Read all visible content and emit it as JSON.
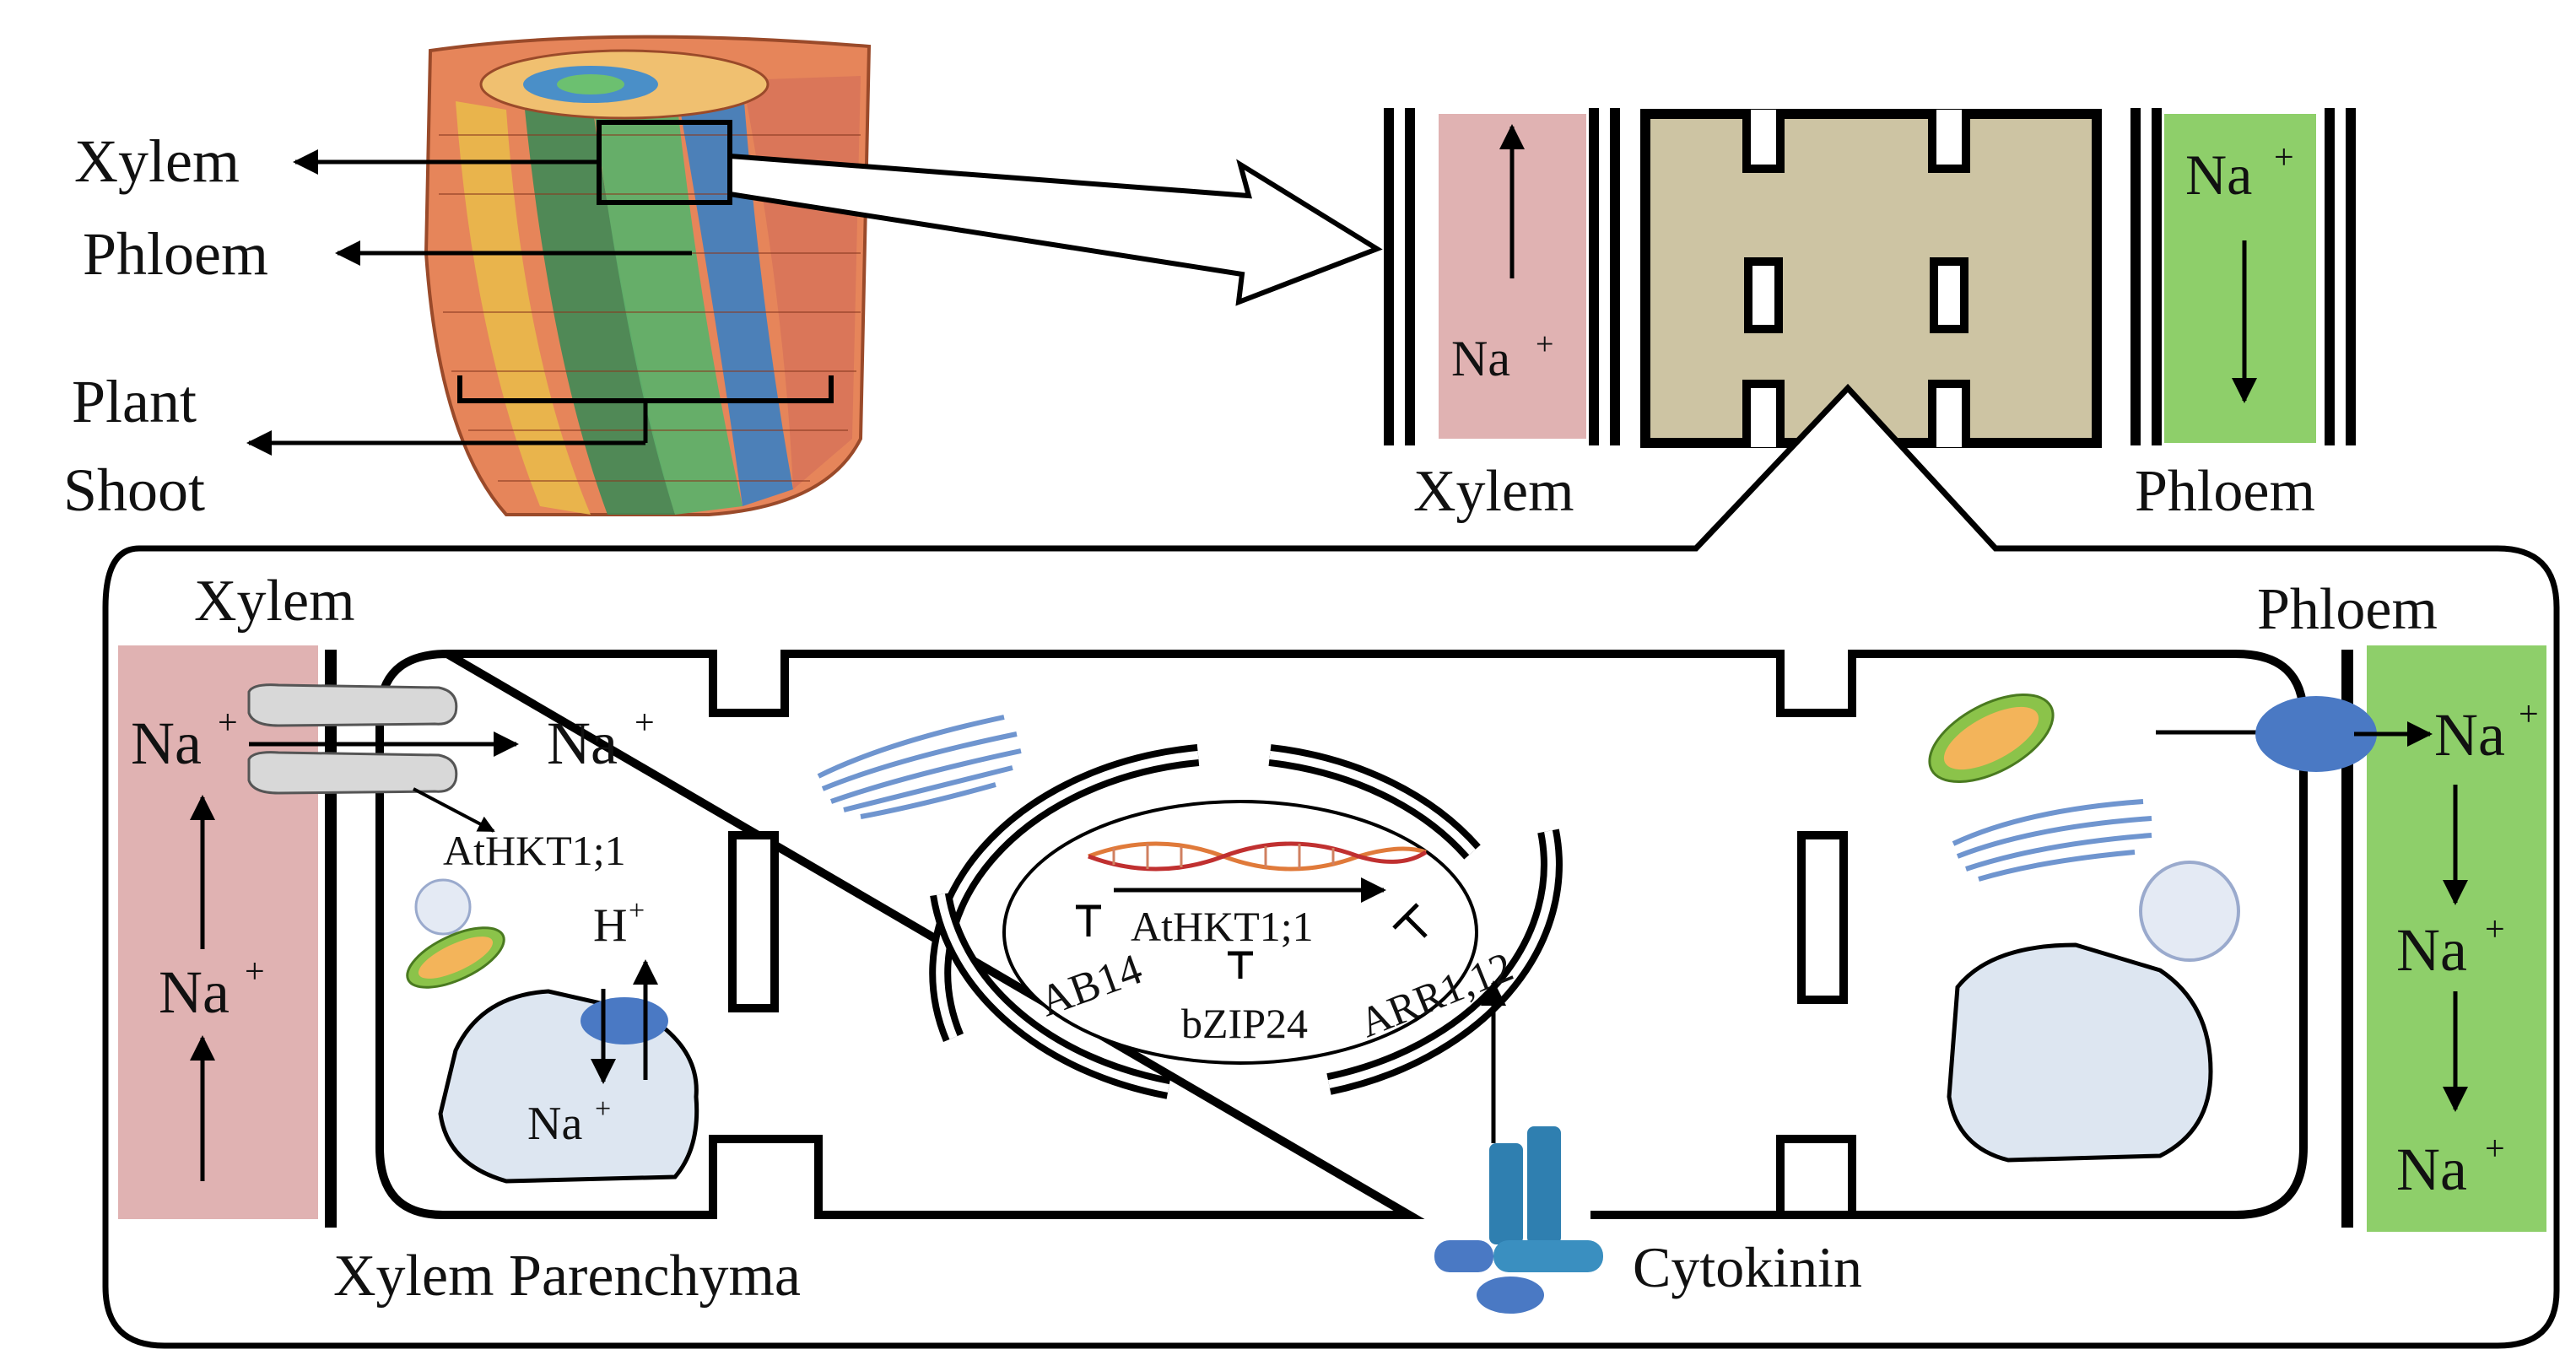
{
  "labels": {
    "root_xylem": "Xylem",
    "root_phloem": "Phloem",
    "plant": "Plant",
    "shoot": "Shoot",
    "vessel_xylem": "Xylem",
    "vessel_phloem": "Phloem",
    "vessel_na_left": "Na",
    "vessel_na_right": "Na",
    "cell_xylem": "Xylem",
    "cell_phloem": "Phloem",
    "na_xylem_1": "Na",
    "na_xylem_2": "Na",
    "na_transport": "Na",
    "athkt1_channel": "AtHKT1;1",
    "h_ion": "H",
    "na_vacuole": "Na",
    "athkt1_gene": "AtHKT1;1",
    "ab14": "AB14",
    "bzip24": "bZIP24",
    "arr": "ARR1,12",
    "na_phloem_1": "Na",
    "na_phloem_2": "Na",
    "na_phloem_3": "Na",
    "xylem_parenchyma": "Xylem Parenchyma",
    "cytokinin": "Cytokinin",
    "plus": "+"
  },
  "colors": {
    "xylem_fill": "#e0b2b2",
    "phloem_fill": "#8ecf6a",
    "vessel_tan": "#cdc4a3",
    "transporter_blue": "#4a79c4",
    "vacuole": "#dde6f1",
    "outline": "#000000"
  }
}
